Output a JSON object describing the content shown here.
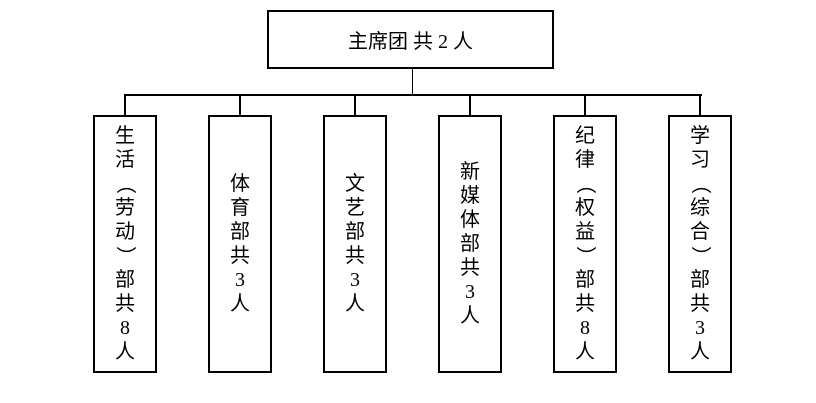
{
  "org_chart": {
    "root": {
      "label": "主席团 共 2 人",
      "member_count": 2
    },
    "departments": [
      {
        "label": "生活（劳动）部共8人",
        "member_count": 8
      },
      {
        "label": "体育部共3人",
        "member_count": 3
      },
      {
        "label": "文艺部共3人",
        "member_count": 3
      },
      {
        "label": "新媒体部共3人",
        "member_count": 3
      },
      {
        "label": "纪律（权益）部共8人",
        "member_count": 8
      },
      {
        "label": "学习（综合）部共3人",
        "member_count": 3
      }
    ]
  },
  "colors": {
    "background": "#ffffff",
    "line": "#000000",
    "text": "#000000"
  }
}
